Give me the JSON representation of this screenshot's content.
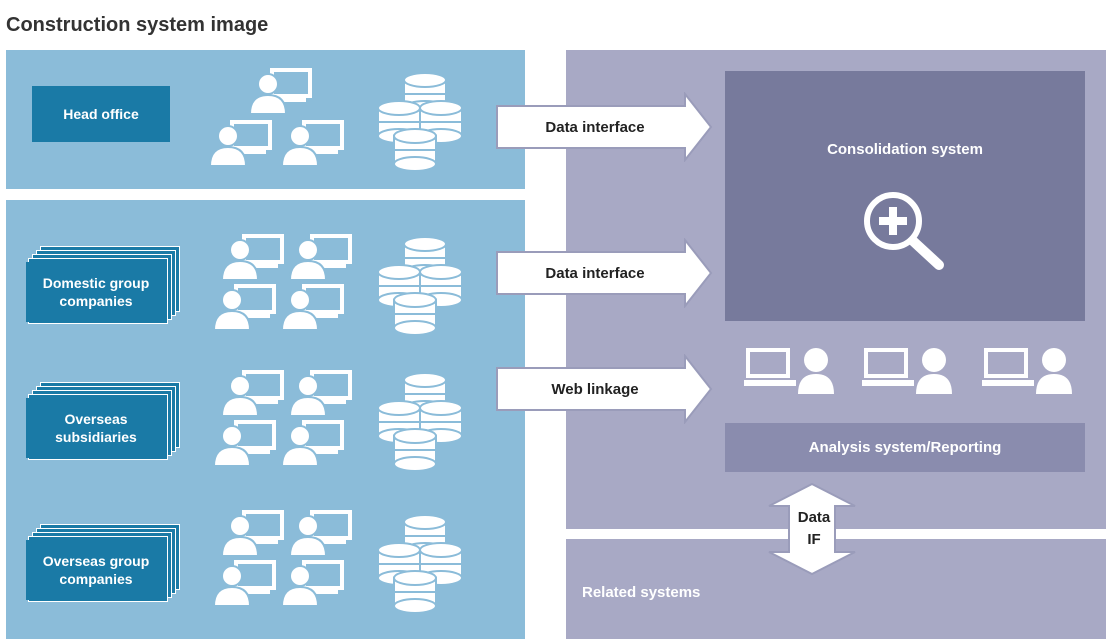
{
  "title": "Construction system image",
  "entities": {
    "head_office": "Head office",
    "domestic": "Domestic group companies",
    "overseas_subsidiaries": "Overseas subsidiaries",
    "overseas_group": "Overseas group companies"
  },
  "arrows": {
    "head_office_interface": "Data interface",
    "domestic_interface": "Data interface",
    "web_linkage": "Web linkage",
    "data_if": "Data IF"
  },
  "systems": {
    "consolidation": "Consolidation system",
    "analysis": "Analysis system/Reporting",
    "related": "Related systems"
  },
  "colors": {
    "left_panel": "#8bbcd9",
    "right_panel": "#a8a9c5",
    "entity_box": "#1a7aa6",
    "consolidation_box": "#777a9c",
    "analysis_box": "#8a8cae"
  },
  "icons": {
    "user": "user-computer-icon",
    "database": "database-icon",
    "search": "magnifier-plus-icon"
  }
}
